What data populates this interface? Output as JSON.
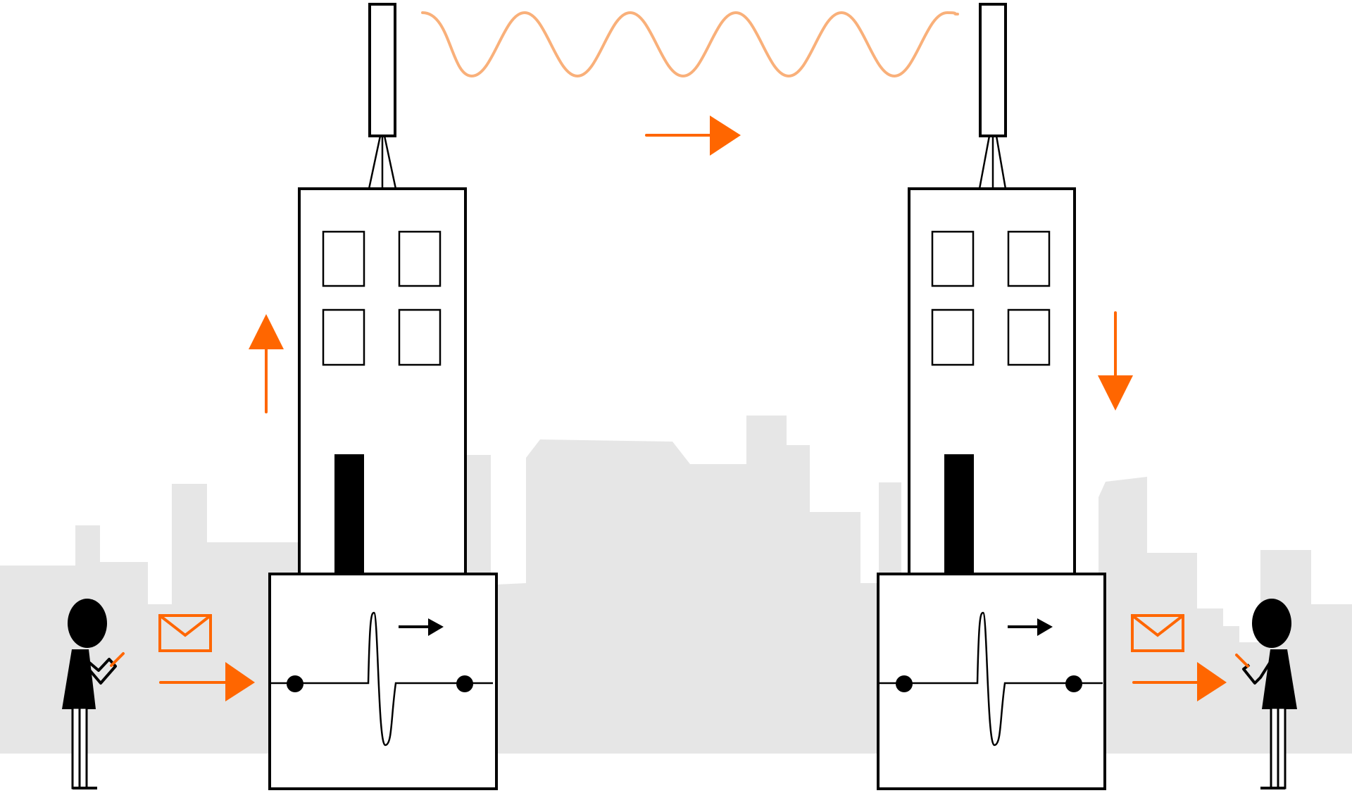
{
  "diagram": {
    "description_visible_text": "",
    "colors": {
      "accent": "#ff6600",
      "wave": "#f9b07a",
      "city_silhouette": "#e6e6e6",
      "ink": "#000000"
    },
    "icons": {
      "sender": "person-with-phone-icon",
      "receiver": "person-with-phone-icon",
      "message": "envelope-icon",
      "tower": "antenna-mast-icon",
      "signal": "radio-wave-icon"
    },
    "stations": [
      "transmitting-station",
      "receiving-station"
    ],
    "flow_arrows": [
      "right",
      "up",
      "right",
      "down",
      "right"
    ]
  }
}
